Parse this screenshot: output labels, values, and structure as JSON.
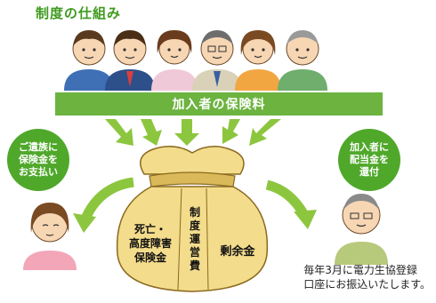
{
  "title": "制度の仕組み",
  "premium_bar": {
    "label": "加入者の保険料"
  },
  "left_circle": {
    "lines": [
      "ご遺族に",
      "保険金を",
      "お支払い"
    ]
  },
  "right_circle": {
    "lines": [
      "加入者に",
      "配当金を",
      "還付"
    ]
  },
  "bag": {
    "left_section": {
      "lines": [
        "死亡・",
        "高度障害",
        "保険金"
      ]
    },
    "middle_section": {
      "chars": [
        "制",
        "度",
        "運",
        "営",
        "費"
      ]
    },
    "right_section": {
      "label": "剰余金"
    }
  },
  "note": {
    "lines": [
      "毎年3月に電力生協登録",
      "口座にお振込いたします。"
    ]
  },
  "colors": {
    "green": "#6cb33f",
    "dark_green": "#4fa82a",
    "bag": "#f3dc8c",
    "bag_outline": "#8a6a1e"
  }
}
